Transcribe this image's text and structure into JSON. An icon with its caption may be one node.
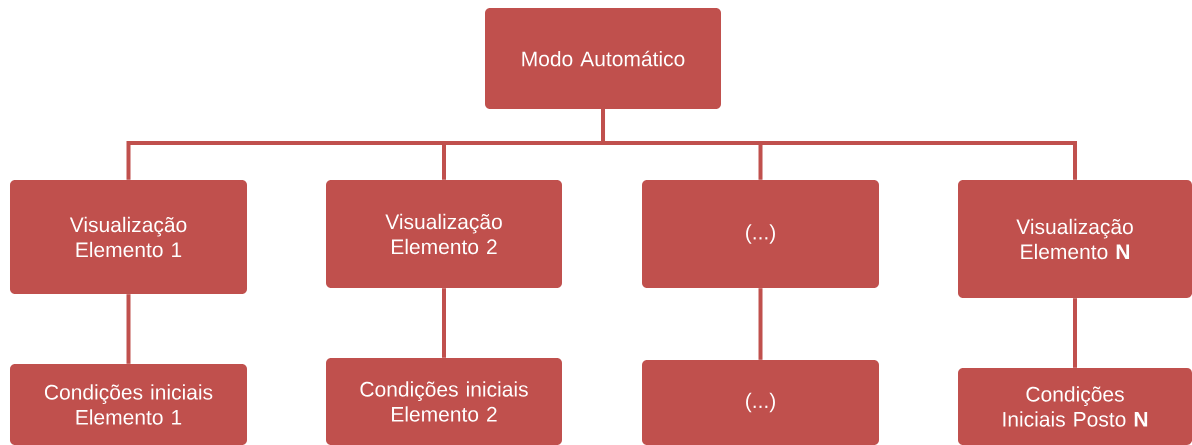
{
  "diagram": {
    "nodes": [
      {
        "text": [
          "Modo Automático"
        ]
      },
      {
        "text": [
          "Visualização Elemento 1"
        ]
      },
      {
        "text": [
          "Visualização Elemento 2"
        ]
      },
      {
        "text": [
          "(...)"
        ]
      },
      {
        "text": [
          "Visualização Elemento **N**"
        ]
      },
      {
        "text": [
          "Condições iniciais Elemento 1"
        ]
      },
      {
        "text": [
          "Condições iniciais Elemento 2"
        ]
      },
      {
        "text": [
          "(...)"
        ]
      },
      {
        "text": [
          "Condições Iniciais Posto **N**"
        ]
      }
    ],
    "edges": [
      {
        "from": 0,
        "to": 1,
        "arrow": "none"
      },
      {
        "from": 0,
        "to": 2,
        "arrow": "none"
      },
      {
        "from": 0,
        "to": 3,
        "arrow": "none"
      },
      {
        "from": 0,
        "to": 4,
        "arrow": "none"
      },
      {
        "from": 1,
        "to": 5,
        "arrow": "none"
      },
      {
        "from": 2,
        "to": 6,
        "arrow": "none"
      },
      {
        "from": 3,
        "to": 7,
        "arrow": "none"
      },
      {
        "from": 4,
        "to": 8,
        "arrow": "none"
      }
    ]
  }
}
